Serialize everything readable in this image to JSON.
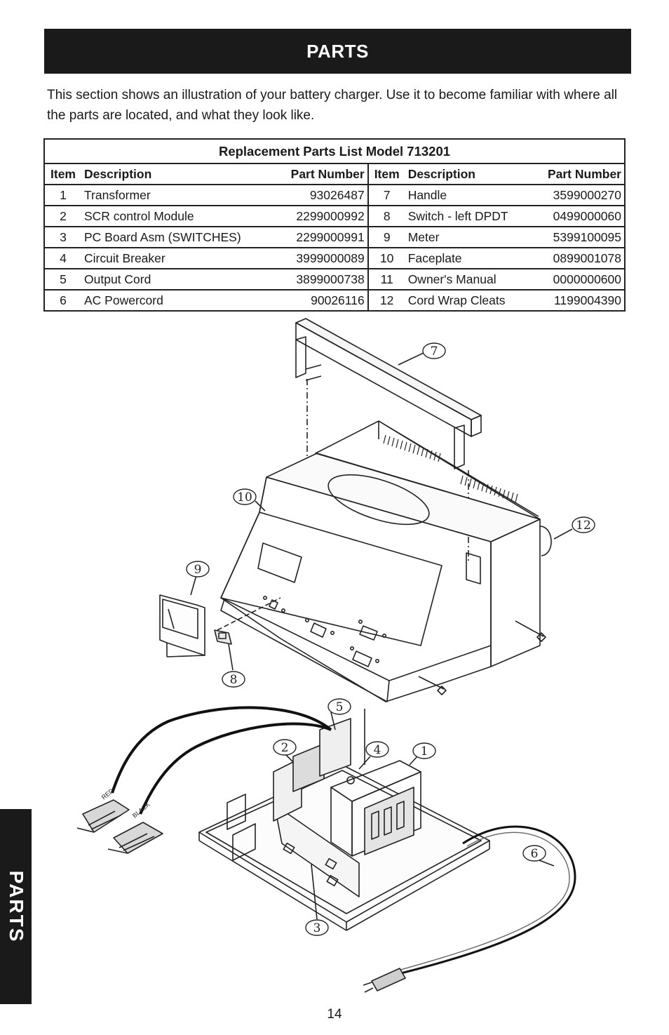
{
  "header": {
    "title": "PARTS"
  },
  "intro": "This section shows an illustration of your battery charger. Use it to become familiar with where all the parts are located, and what they look like.",
  "table": {
    "caption": "Replacement Parts List Model 713201",
    "headers": {
      "item": "Item",
      "description": "Description",
      "part_number": "Part Number"
    },
    "left": [
      {
        "item": "1",
        "description": "Transformer",
        "part_number": "93026487"
      },
      {
        "item": "2",
        "description": "SCR control Module",
        "part_number": "2299000992"
      },
      {
        "item": "3",
        "description": "PC Board Asm (SWITCHES)",
        "part_number": "2299000991"
      },
      {
        "item": "4",
        "description": "Circuit Breaker",
        "part_number": "3999000089"
      },
      {
        "item": "5",
        "description": "Output Cord",
        "part_number": "3899000738"
      },
      {
        "item": "6",
        "description": "AC Powercord",
        "part_number": "90026116"
      }
    ],
    "right": [
      {
        "item": "7",
        "description": "Handle",
        "part_number": "3599000270"
      },
      {
        "item": "8",
        "description": "Switch - left DPDT",
        "part_number": "0499000060"
      },
      {
        "item": "9",
        "description": "Meter",
        "part_number": "5399100095"
      },
      {
        "item": "10",
        "description": "Faceplate",
        "part_number": "0899001078"
      },
      {
        "item": "11",
        "description": "Owner's Manual",
        "part_number": "0000000600"
      },
      {
        "item": "12",
        "description": "Cord Wrap Cleats",
        "part_number": "1199004390"
      }
    ]
  },
  "diagram": {
    "callouts": [
      "7",
      "10",
      "12",
      "9",
      "8",
      "5",
      "2",
      "4",
      "1",
      "6",
      "3"
    ],
    "wire_labels": {
      "red": "RED",
      "black": "BLACK"
    }
  },
  "side_tab": "PARTS",
  "page_number": "14"
}
